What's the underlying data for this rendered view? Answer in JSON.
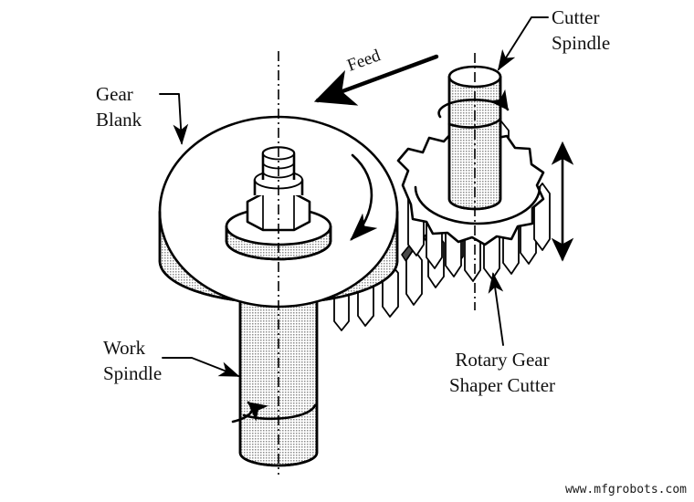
{
  "figure": {
    "title": "Gear Shaping Process Diagram",
    "background_color": "#ffffff",
    "line_color": "#000000",
    "shade_color": "#b9b9b9"
  },
  "labels": {
    "gear_blank": {
      "line1": "Gear",
      "line2": "Blank"
    },
    "work_spindle": {
      "line1": "Work",
      "line2": "Spindle"
    },
    "cutter_spindle": {
      "line1": "Cutter",
      "line2": "Spindle"
    },
    "rotary_cutter": {
      "line1": "Rotary Gear",
      "line2": "Shaper Cutter"
    },
    "feed": "Feed"
  },
  "watermark": {
    "text": "www.mfgrobots.com"
  },
  "annotations": {
    "feed_direction": "down-left",
    "cutter_reciprocation": "vertical-double-arrow",
    "blank_rotation": "clockwise-curved-arrow",
    "work_spindle_rotation": "rotation-ellipse-arrow",
    "cutter_spindle_rotation": "rotation-ellipse-arrow"
  }
}
